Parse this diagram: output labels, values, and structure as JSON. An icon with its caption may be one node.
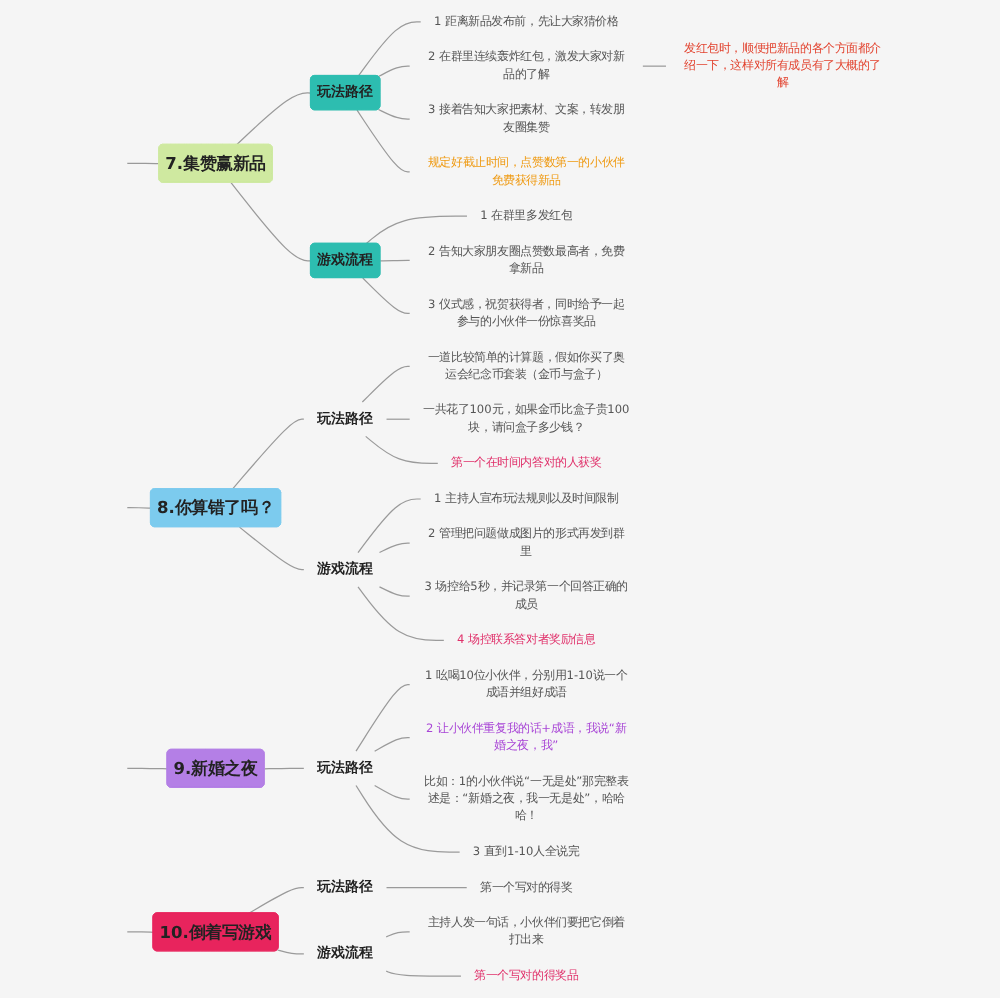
{
  "diagram": {
    "nodes": [
      {
        "text": [
          "7.集赞赢新品"
        ]
      },
      {
        "text": [
          "玩法路径"
        ]
      },
      {
        "text": [
          "1 距离新品发布前，先让大家猜价格"
        ]
      },
      {
        "text": [
          "2 在群里连续轰炸红包，激发大家对新品的了解"
        ]
      },
      {
        "text": [
          "发红包时，顺便把新品的各个方面都介绍一下，这样对所有成员有了大概的了解"
        ]
      },
      {
        "text": [
          "3 接着告知大家把素材、文案，转发朋友圈集赞"
        ]
      },
      {
        "text": [
          "规定好截止时间，点赞数第一的小伙伴免费获得新品"
        ]
      },
      {
        "text": [
          "游戏流程"
        ]
      },
      {
        "text": [
          "1 在群里多发红包"
        ]
      },
      {
        "text": [
          "2 告知大家朋友圈点赞数最高者，免费拿新品"
        ]
      },
      {
        "text": [
          "3 仪式感，祝贺获得者，同时给予一起参与的小伙伴一份惊喜奖品"
        ]
      },
      {
        "text": [
          "8.你算错了吗？"
        ]
      },
      {
        "text": [
          "玩法路径"
        ]
      },
      {
        "text": [
          "一道比较简单的计算题，假如你买了奥运会纪念币套装（金币与盒子）"
        ]
      },
      {
        "text": [
          "一共花了100元，如果金币比盒子贵100块，请问盒子多少钱？"
        ]
      },
      {
        "text": [
          "第一个在时间内答对的人获奖"
        ]
      },
      {
        "text": [
          "游戏流程"
        ]
      },
      {
        "text": [
          "1 主持人宣布玩法规则以及时间限制"
        ]
      },
      {
        "text": [
          "2 管理把问题做成图片的形式再发到群里"
        ]
      },
      {
        "text": [
          "3 场控给5秒，并记录第一个回答正确的成员"
        ]
      },
      {
        "text": [
          "4 场控联系答对者奖励信息"
        ]
      },
      {
        "text": [
          "9.新婚之夜"
        ]
      },
      {
        "text": [
          "玩法路径"
        ]
      },
      {
        "text": [
          "1 吆喝10位小伙伴，分别用1-10说一个成语并组好成语"
        ]
      },
      {
        "text": [
          "2 让小伙伴重复我的话+成语，我说“新婚之夜，我”"
        ]
      },
      {
        "text": [
          "比如：1的小伙伴说“一无是处”那完整表述是：“新婚之夜，我一无是处”，哈哈哈！"
        ]
      },
      {
        "text": [
          "3 直到1-10人全说完"
        ]
      },
      {
        "text": [
          "10.倒着写游戏"
        ]
      },
      {
        "text": [
          "玩法路径"
        ]
      },
      {
        "text": [
          "第一个写对的得奖"
        ]
      },
      {
        "text": [
          "游戏流程"
        ]
      },
      {
        "text": [
          "主持人发一句话，小伙伴们要把它倒着打出来"
        ]
      },
      {
        "text": [
          "第一个写对的得奖品"
        ]
      }
    ],
    "edges": [
      {
        "from": null,
        "to": 0,
        "arrow": "none"
      },
      {
        "from": 0,
        "to": 1,
        "arrow": "none"
      },
      {
        "from": 1,
        "to": 2,
        "arrow": "none"
      },
      {
        "from": 1,
        "to": 3,
        "arrow": "none"
      },
      {
        "from": 3,
        "to": 4,
        "arrow": "none"
      },
      {
        "from": 1,
        "to": 5,
        "arrow": "none"
      },
      {
        "from": 1,
        "to": 6,
        "arrow": "none"
      },
      {
        "from": 0,
        "to": 7,
        "arrow": "none"
      },
      {
        "from": 7,
        "to": 8,
        "arrow": "none"
      },
      {
        "from": 7,
        "to": 9,
        "arrow": "none"
      },
      {
        "from": 7,
        "to": 10,
        "arrow": "none"
      },
      {
        "from": null,
        "to": 11,
        "arrow": "none"
      },
      {
        "from": 11,
        "to": 12,
        "arrow": "none"
      },
      {
        "from": 12,
        "to": 13,
        "arrow": "none"
      },
      {
        "from": 12,
        "to": 14,
        "arrow": "none"
      },
      {
        "from": 12,
        "to": 15,
        "arrow": "none"
      },
      {
        "from": 11,
        "to": 16,
        "arrow": "none"
      },
      {
        "from": 16,
        "to": 17,
        "arrow": "none"
      },
      {
        "from": 16,
        "to": 18,
        "arrow": "none"
      },
      {
        "from": 16,
        "to": 19,
        "arrow": "none"
      },
      {
        "from": 16,
        "to": 20,
        "arrow": "none"
      },
      {
        "from": null,
        "to": 21,
        "arrow": "none"
      },
      {
        "from": 21,
        "to": 22,
        "arrow": "none"
      },
      {
        "from": 22,
        "to": 23,
        "arrow": "none"
      },
      {
        "from": 22,
        "to": 24,
        "arrow": "none"
      },
      {
        "from": 22,
        "to": 25,
        "arrow": "none"
      },
      {
        "from": 22,
        "to": 26,
        "arrow": "none"
      },
      {
        "from": null,
        "to": 27,
        "arrow": "none"
      },
      {
        "from": 27,
        "to": 28,
        "arrow": "none"
      },
      {
        "from": 28,
        "to": 29,
        "arrow": "none"
      },
      {
        "from": 27,
        "to": 30,
        "arrow": "none"
      },
      {
        "from": 30,
        "to": 31,
        "arrow": "none"
      },
      {
        "from": 30,
        "to": 32,
        "arrow": "none"
      }
    ]
  }
}
